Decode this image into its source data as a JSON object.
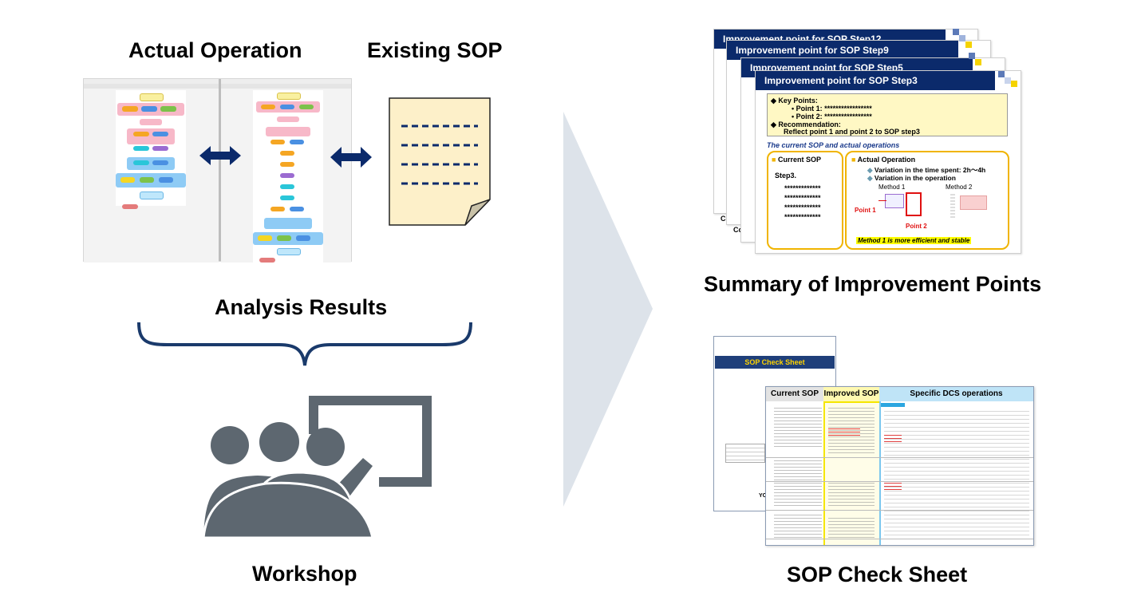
{
  "labels": {
    "actual_operation": "Actual Operation",
    "existing_sop": "Existing SOP",
    "analysis_results": "Analysis Results",
    "workshop": "Workshop",
    "summary": "Summary of Improvement Points",
    "check_sheet": "SOP Check Sheet"
  },
  "slides": {
    "back_titles": [
      "Improvement point for SOP Step12",
      "Improvement point for SOP Step9",
      "Improvement point for SOP Step5"
    ],
    "front_title": "Improvement point for SOP Step3",
    "key_points_label": "Key Points:",
    "point1": "Point 1: *****************",
    "point2": "Point 2: *****************",
    "recommendation_label": "Recommendation:",
    "recommendation_text": "Reflect point 1 and point 2 to SOP step3",
    "section_title": "The current SOP and actual operations",
    "current_sop_label": "Current SOP",
    "step": "Step3.",
    "stars": [
      "*************",
      "*************",
      "*************",
      "*************"
    ],
    "actual_operation_label": "Actual Operation",
    "variation_time": "Variation in the time spent: 2h～4h",
    "variation_operation": "Variation in the operation",
    "method1": "Method 1",
    "method2": "Method 2",
    "point1_tag": "Point 1",
    "point2_tag": "Point 2",
    "conclusion": "Method 1 is more efficient and stable",
    "back_footer": "Co"
  },
  "check_sheet": {
    "cover_title": "SOP Check Sheet",
    "cover_footer": "YO",
    "col_current": "Current SOP",
    "col_improved": "Improved SOP",
    "col_dcs": "Specific DCS operations"
  },
  "colors": {
    "navy": "#0b2a6b",
    "brace": "#1a3a6b",
    "icon_gray": "#5d6770",
    "arrow_bg": "#dde3ea",
    "key_box": "#fff8c4",
    "gold_border": "#f0b400",
    "doc_fill": "#fdf0c9"
  }
}
